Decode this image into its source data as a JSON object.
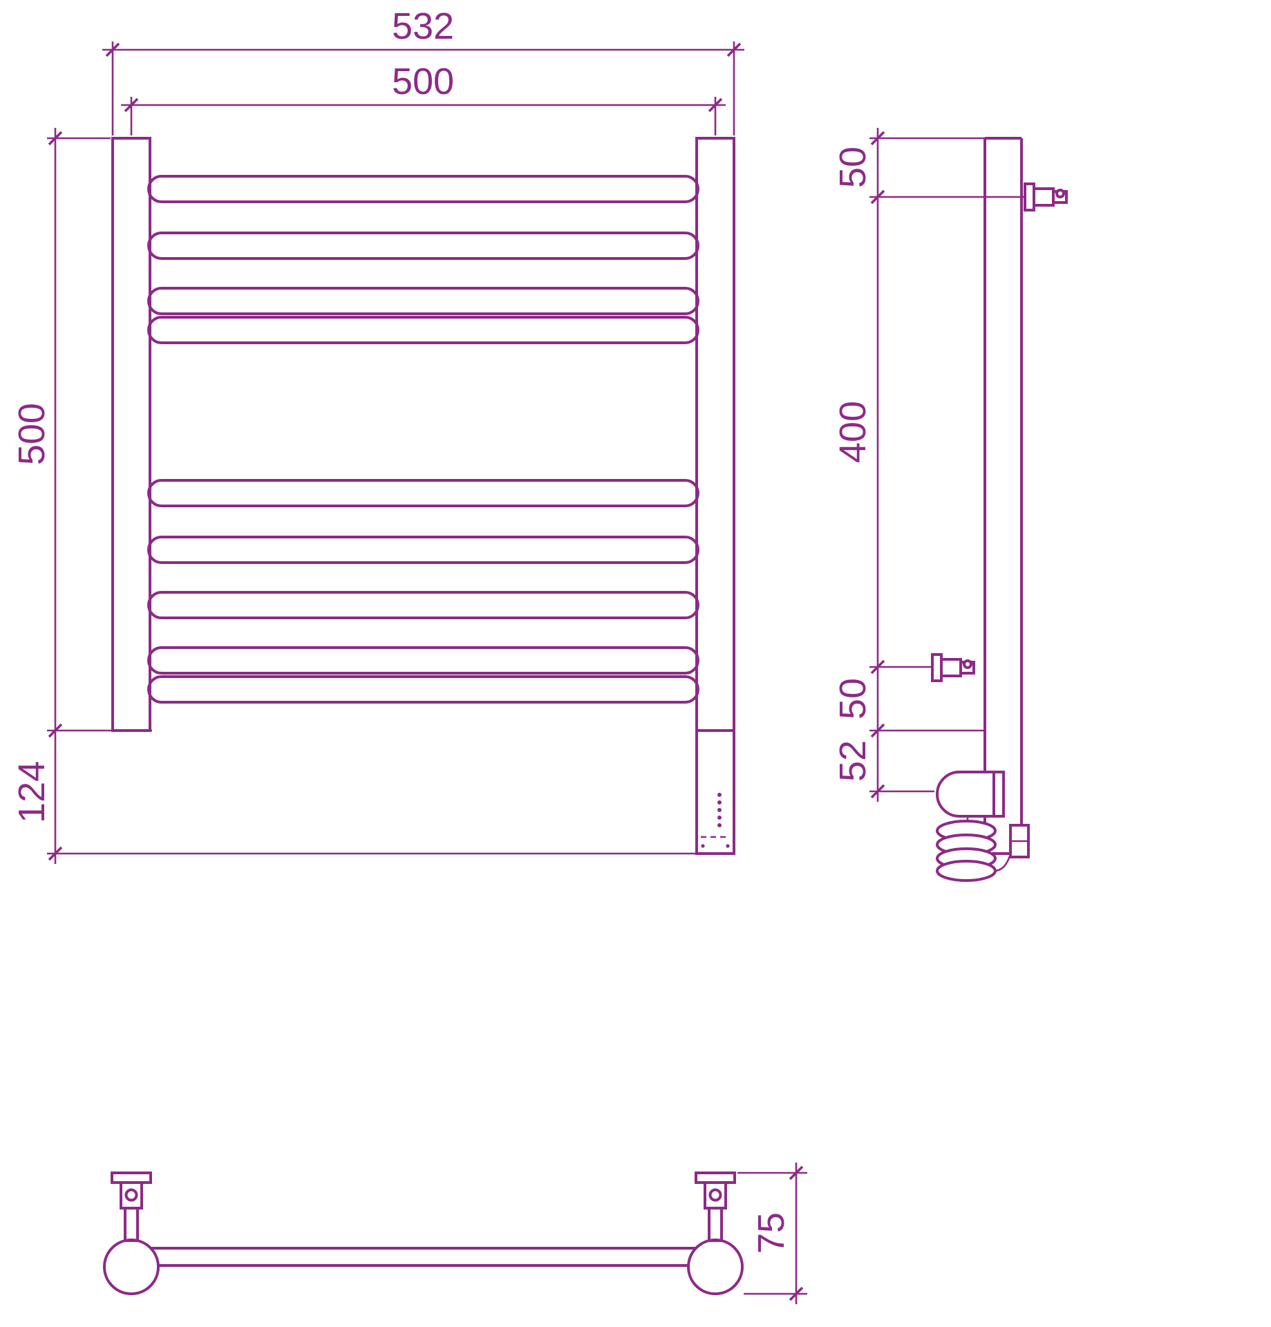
{
  "drawing": {
    "title": "heated-towel-rail-dimension-drawing",
    "ink_color": "#8D2A86",
    "front_view": {
      "dim_top_overall": "532",
      "dim_top_centers": "500",
      "dim_left_height": "500",
      "dim_left_bottom": "124",
      "rung_count_top_group": 4,
      "rung_count_bottom_group": 5
    },
    "side_view": {
      "dim_top_offset": "50",
      "dim_bracket_span": "400",
      "dim_bottom_offset": "50",
      "dim_heater_offset": "52"
    },
    "bottom_view": {
      "dim_depth": "75"
    }
  }
}
